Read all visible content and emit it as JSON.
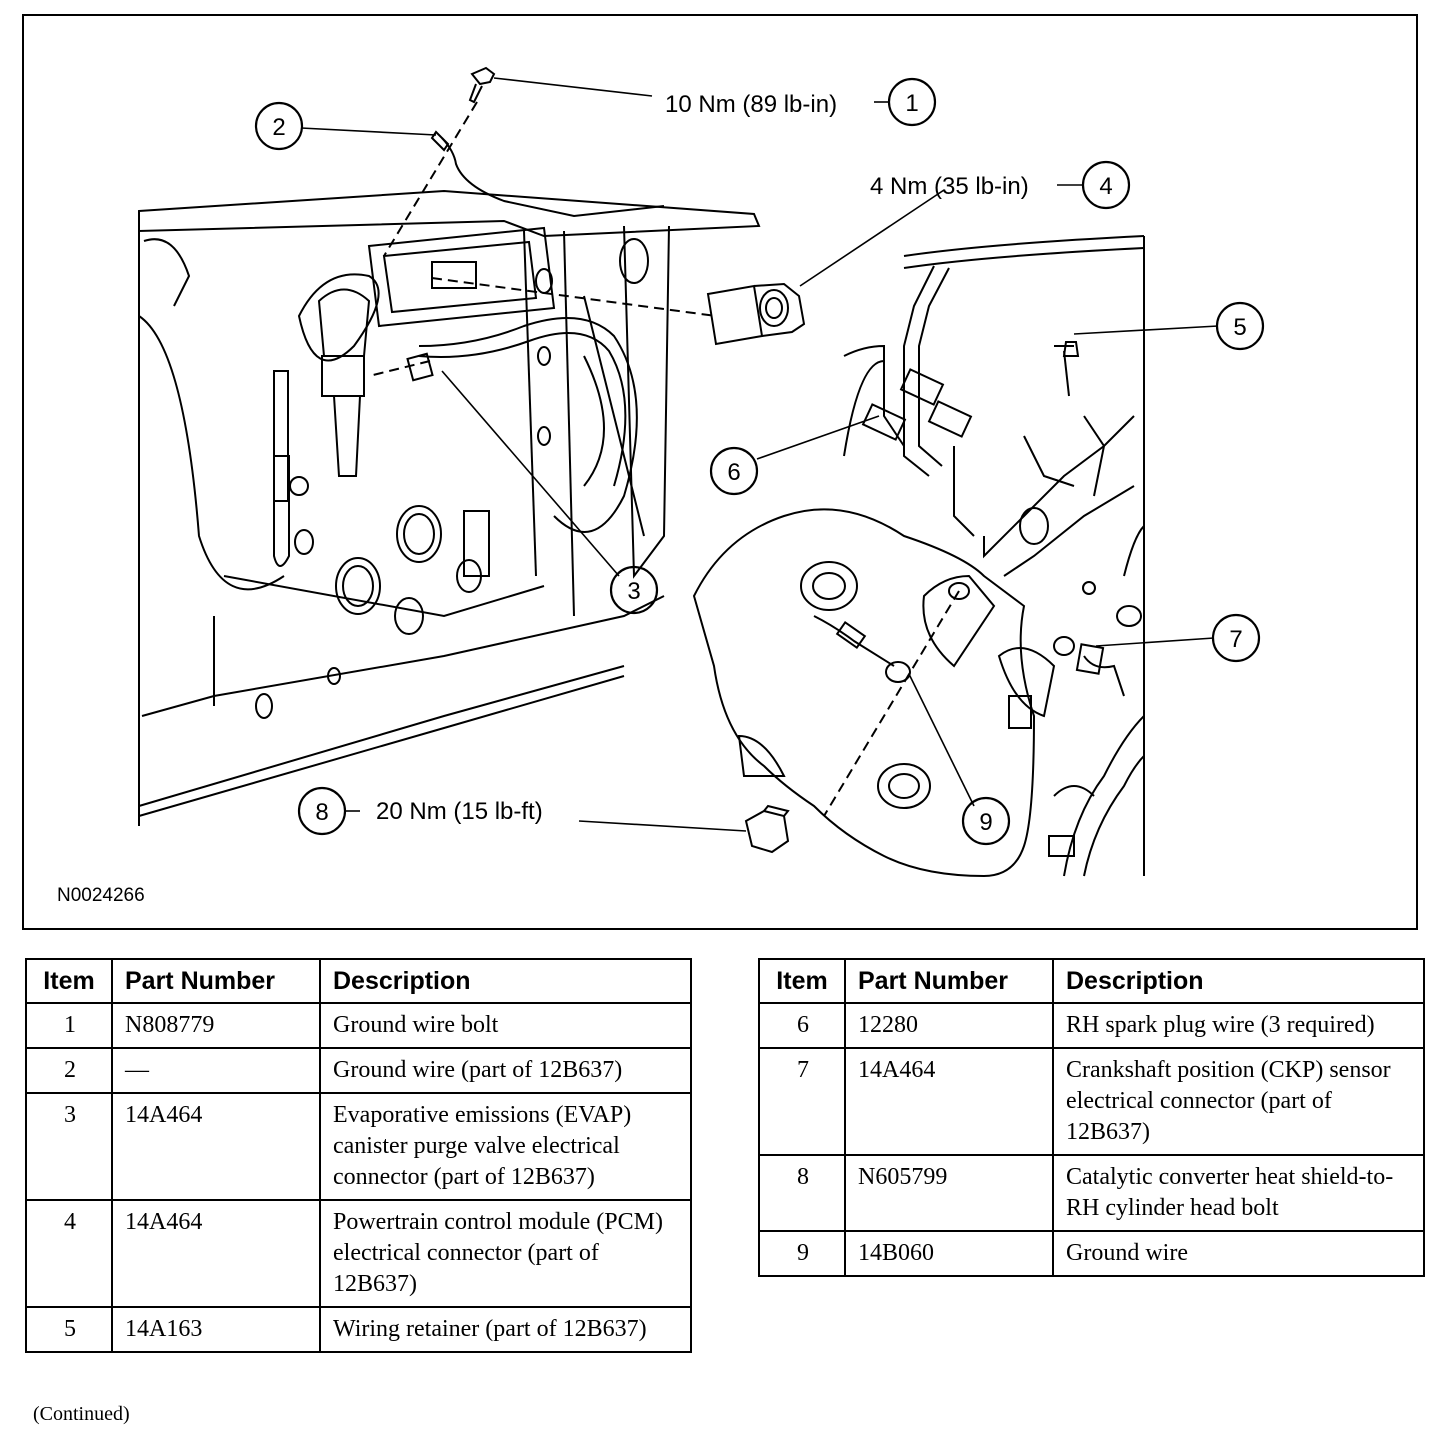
{
  "figure": {
    "ref_code": "N0024266",
    "callouts": [
      {
        "num": "1",
        "torque": "10 Nm (89 lb-in)"
      },
      {
        "num": "2",
        "torque": ""
      },
      {
        "num": "3",
        "torque": ""
      },
      {
        "num": "4",
        "torque": "4 Nm (35 lb-in)"
      },
      {
        "num": "5",
        "torque": ""
      },
      {
        "num": "6",
        "torque": ""
      },
      {
        "num": "7",
        "torque": ""
      },
      {
        "num": "8",
        "torque": "20 Nm (15 lb-ft)"
      },
      {
        "num": "9",
        "torque": ""
      }
    ]
  },
  "table_headers": {
    "item": "Item",
    "part_number": "Part Number",
    "description": "Description"
  },
  "table_left": [
    {
      "item": "1",
      "part": "N808779",
      "desc": "Ground wire bolt"
    },
    {
      "item": "2",
      "part": "—",
      "desc": "Ground wire (part of 12B637)"
    },
    {
      "item": "3",
      "part": "14A464",
      "desc": "Evaporative emissions (EVAP) canister purge valve electrical connector (part of 12B637)"
    },
    {
      "item": "4",
      "part": "14A464",
      "desc": "Powertrain control module (PCM) electrical connector (part of 12B637)"
    },
    {
      "item": "5",
      "part": "14A163",
      "desc": "Wiring retainer (part of 12B637)"
    }
  ],
  "table_right": [
    {
      "item": "6",
      "part": "12280",
      "desc": "RH spark plug wire (3 required)"
    },
    {
      "item": "7",
      "part": "14A464",
      "desc": "Crankshaft position (CKP) sensor electrical connector (part of 12B637)"
    },
    {
      "item": "8",
      "part": "N605799",
      "desc": "Catalytic converter heat shield-to-RH cylinder head bolt"
    },
    {
      "item": "9",
      "part": "14B060",
      "desc": "Ground wire"
    }
  ],
  "continued": "(Continued)"
}
